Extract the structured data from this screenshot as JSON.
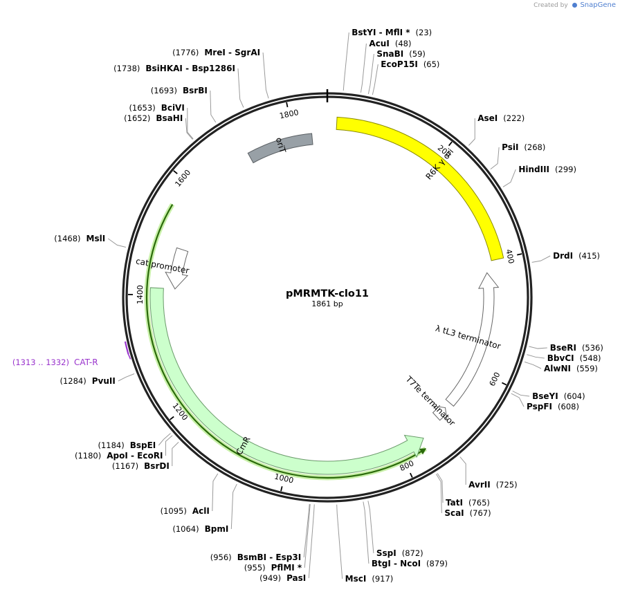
{
  "credit": {
    "created_by": "Created by",
    "brand": "SnapGene"
  },
  "plasmid": {
    "name": "pMRMTK-clo11",
    "length_label": "1861 bp",
    "length": 1861
  },
  "ticks": [
    {
      "bp": 200,
      "label": "200"
    },
    {
      "bp": 400,
      "label": "400"
    },
    {
      "bp": 600,
      "label": "600"
    },
    {
      "bp": 800,
      "label": "800"
    },
    {
      "bp": 1000,
      "label": "1000"
    },
    {
      "bp": 1200,
      "label": "1200"
    },
    {
      "bp": 1400,
      "label": "1400"
    },
    {
      "bp": 1600,
      "label": "1600"
    },
    {
      "bp": 1800,
      "label": "1800"
    }
  ],
  "features": [
    {
      "name": "R6K γ ori",
      "start": 16,
      "end": 400,
      "strand": "cw",
      "shape": "rect",
      "color": "#ffff00",
      "stroke": "#8a8a00",
      "ring": 0
    },
    {
      "name": "oriT",
      "start": 1712,
      "end": 1833,
      "strand": "cw",
      "shape": "rect",
      "color": "#98a0a6",
      "stroke": "#5a5f63",
      "ring": 0
    },
    {
      "name": "λ tL3 terminator",
      "start": 420,
      "end": 676,
      "strand": "ccw",
      "shape": "arrow",
      "color": "#ffffff",
      "stroke": "#666666",
      "ring": 1
    },
    {
      "name": "T7Te terminator",
      "start": 688,
      "end": 711,
      "strand": "ccw",
      "shape": "arrow",
      "color": "#ffffff",
      "stroke": "#666666",
      "ring": 1
    },
    {
      "name": "CmR",
      "start": 753,
      "end": 1412,
      "strand": "ccw",
      "shape": "arrow",
      "color": "#ccffcc",
      "stroke": "#6a9a6a",
      "ring": 1
    },
    {
      "name": "cat promoter",
      "start": 1412,
      "end": 1490,
      "strand": "ccw",
      "shape": "arrow",
      "color": "#ffffff",
      "stroke": "#666666",
      "ring": 2
    }
  ],
  "orf": {
    "start": 760,
    "end": 1556,
    "color": "#2a6a0a",
    "glow": "#c8f0a8"
  },
  "primer": {
    "name": "CAT-R",
    "range": "(1313 .. 1332)",
    "start": 1313,
    "end": 1332,
    "color": "#9933cc"
  },
  "sites": [
    {
      "name": "BstYI",
      "extra": " - MflI",
      "star": true,
      "pos_label": "(23)",
      "side": "right",
      "bp": 23,
      "row": 51
    },
    {
      "name": "AcuI",
      "pos_label": "(48)",
      "side": "right",
      "bp": 48,
      "row": 67
    },
    {
      "name": "SnaBI",
      "pos_label": "(59)",
      "side": "right",
      "bp": 59,
      "row": 82
    },
    {
      "name": "EcoP15I",
      "pos_label": "(65)",
      "side": "right",
      "bp": 65,
      "row": 97
    },
    {
      "name": "AseI",
      "pos_label": "(222)",
      "side": "right",
      "bp": 222,
      "row": 175
    },
    {
      "name": "PsiI",
      "pos_label": "(268)",
      "side": "right",
      "bp": 268,
      "row": 217
    },
    {
      "name": "HindIII",
      "pos_label": "(299)",
      "side": "right",
      "bp": 299,
      "row": 249
    },
    {
      "name": "DrdI",
      "pos_label": "(415)",
      "side": "right",
      "bp": 415,
      "row": 374
    },
    {
      "name": "BseRI",
      "pos_label": "(536)",
      "side": "right",
      "bp": 536,
      "row": 507
    },
    {
      "name": "BbvCI",
      "pos_label": "(548)",
      "side": "right",
      "bp": 548,
      "row": 522
    },
    {
      "name": "AlwNI",
      "pos_label": "(559)",
      "side": "right",
      "bp": 559,
      "row": 537
    },
    {
      "name": "BseYI",
      "pos_label": "(604)",
      "side": "right",
      "bp": 604,
      "row": 577
    },
    {
      "name": "PspFI",
      "pos_label": "(608)",
      "side": "right",
      "bp": 608,
      "row": 592
    },
    {
      "name": "AvrII",
      "pos_label": "(725)",
      "side": "right",
      "bp": 725,
      "row": 705
    },
    {
      "name": "TatI",
      "pos_label": "(765)",
      "side": "right",
      "bp": 765,
      "row": 731
    },
    {
      "name": "ScaI",
      "pos_label": "(767)",
      "side": "right",
      "bp": 767,
      "row": 746
    },
    {
      "name": "SspI",
      "pos_label": "(872)",
      "side": "right",
      "bp": 872,
      "row": 804
    },
    {
      "name": "BtgI",
      "extra": " - NcoI",
      "pos_label": "(879)",
      "side": "right",
      "bp": 879,
      "row": 819
    },
    {
      "name": "MscI",
      "pos_label": "(917)",
      "side": "right",
      "bp": 917,
      "row": 841
    },
    {
      "name": "PasI",
      "pos_label": "(949)",
      "side": "left",
      "bp": 949,
      "row": 840
    },
    {
      "name": "PflMI",
      "star": true,
      "pos_label": "(955)",
      "side": "left",
      "bp": 955,
      "row": 825
    },
    {
      "name": "BsmBI",
      "extra": " - Esp3I",
      "pos_label": "(956)",
      "side": "left",
      "bp": 956,
      "row": 810
    },
    {
      "name": "BpmI",
      "pos_label": "(1064)",
      "side": "left",
      "bp": 1064,
      "row": 769
    },
    {
      "name": "AclI",
      "pos_label": "(1095)",
      "side": "left",
      "bp": 1095,
      "row": 743
    },
    {
      "name": "BsrDI",
      "pos_label": "(1167)",
      "side": "left",
      "bp": 1167,
      "row": 678
    },
    {
      "name": "ApoI",
      "extra": " - EcoRI",
      "pos_label": "(1180)",
      "side": "left",
      "bp": 1180,
      "row": 663
    },
    {
      "name": "BspEI",
      "pos_label": "(1184)",
      "side": "left",
      "bp": 1184,
      "row": 648
    },
    {
      "name": "PvuII",
      "pos_label": "(1284)",
      "side": "left",
      "bp": 1284,
      "row": 555
    },
    {
      "name": "MslI",
      "pos_label": "(1468)",
      "side": "left",
      "bp": 1468,
      "row": 349
    },
    {
      "name": "BsaHI",
      "pos_label": "(1652)",
      "side": "left",
      "bp": 1652,
      "row": 175
    },
    {
      "name": "BciVI",
      "pos_label": "(1653)",
      "side": "left",
      "bp": 1653,
      "row": 160
    },
    {
      "name": "BsrBI",
      "pos_label": "(1693)",
      "side": "left",
      "bp": 1693,
      "row": 135
    },
    {
      "name": "BsiHKAI",
      "extra": " - Bsp1286I",
      "pos_label": "(1738)",
      "side": "left",
      "bp": 1738,
      "row": 103
    },
    {
      "name": "MreI",
      "extra": " - SgrAI",
      "pos_label": "(1776)",
      "side": "left",
      "bp": 1776,
      "row": 80
    }
  ]
}
